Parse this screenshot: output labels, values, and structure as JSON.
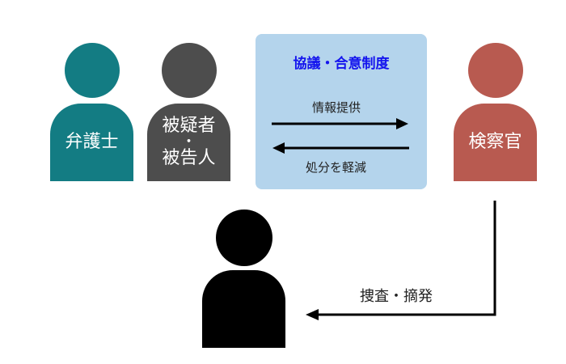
{
  "diagram": {
    "colors": {
      "lawyer": "#137c83",
      "suspect": "#4d4d4d",
      "prosecutor": "#b85a50",
      "unknown": "#000000",
      "box": "#b4d4ec",
      "title": "#1414ee"
    },
    "lawyer": {
      "label": "弁護士"
    },
    "suspect": {
      "line1": "被疑者",
      "dot": "・",
      "line2": "被告人"
    },
    "prosecutor": {
      "label": "検察官"
    },
    "agreement_box": {
      "title": "協議・合意制度"
    },
    "arrows": {
      "info_provision": "情報提供",
      "reduced_sentence": "処分を軽減",
      "investigation": "捜査・摘発"
    }
  }
}
